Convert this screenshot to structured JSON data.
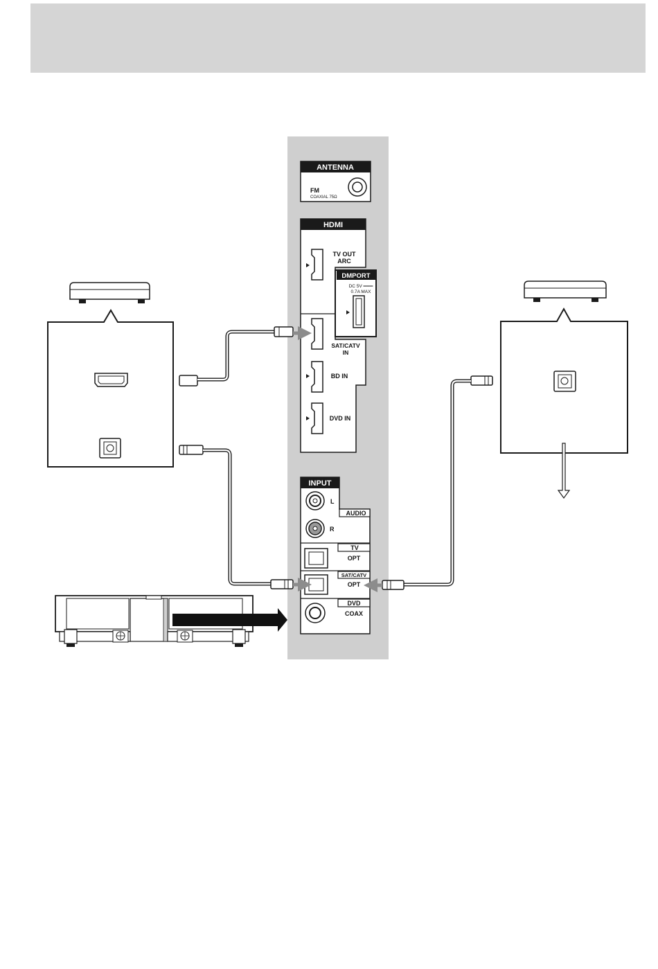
{
  "colors": {
    "header_band": "#d5d5d5",
    "panel_bg": "#cfcfcf",
    "outline": "#1a1a1a",
    "connector_arrow": "#8c8c8c",
    "signal_arrow": "#111111"
  },
  "panel": {
    "antenna": {
      "title": "ANTENNA",
      "fm_label": "FM",
      "coaxial_label": "COAXIAL 75Ω"
    },
    "hdmi": {
      "title": "HDMI",
      "tv_out_line1": "TV OUT",
      "tv_out_line2": "ARC",
      "sat_catv_line1": "SAT/CATV",
      "sat_catv_line2": "IN",
      "bd_in": "BD IN",
      "dvd_in": "DVD IN"
    },
    "dmport": {
      "title": "DMPORT",
      "rating_line1": "DC 5V ═══",
      "rating_line2": "0.7A MAX"
    },
    "input": {
      "title": "INPUT",
      "audio_label": "AUDIO",
      "left_label": "L",
      "right_label": "R",
      "tv_label": "TV",
      "tv_opt": "OPT",
      "sat_catv_label": "SAT/CATV",
      "sat_catv_opt": "OPT",
      "dvd_label": "DVD",
      "dvd_coax": "COAX"
    }
  },
  "icons": {
    "left_device": "set-top-box-icon",
    "right_device": "set-top-box-icon",
    "bottom_device": "system-unit-icon",
    "hdmi_port": "hdmi-port-icon",
    "optical_port": "optical-port-icon"
  }
}
